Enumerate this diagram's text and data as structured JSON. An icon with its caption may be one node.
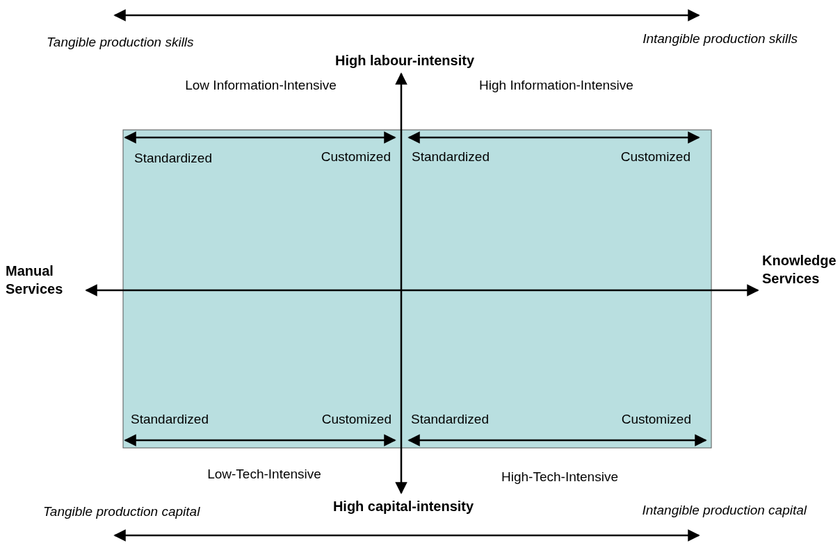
{
  "diagram": {
    "nodes": [
      {
        "text": [
          "High labour-intensity"
        ]
      },
      {
        "text": [
          "Manual Services"
        ]
      },
      {
        "text": [
          "Knowledge Services"
        ]
      },
      {
        "text": [
          "High capital-intensity"
        ]
      }
    ],
    "edges": [
      {
        "from": 0,
        "to": 3,
        "arrow": "both"
      },
      {
        "from": 1,
        "to": 2,
        "arrow": "both"
      }
    ],
    "labels": [
      "Tangible production skills",
      "Intangible production skills",
      "Low Information-Intensive",
      "High Information-Intensive",
      "Standardized",
      "Customized",
      "Standardized",
      "Customized",
      "Standardized",
      "Customized",
      "Standardized",
      "Customized",
      "Low-Tech-Intensive",
      "High-Tech-Intensive",
      "Tangible production capital",
      "Intangible production capital"
    ]
  }
}
